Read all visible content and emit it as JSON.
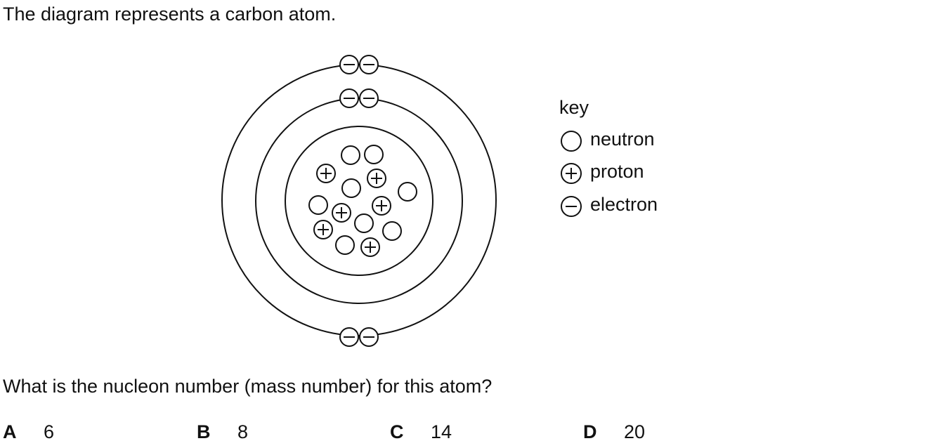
{
  "intro_text": "The diagram represents a carbon atom.",
  "question_text": "What is the nucleon number (mass number) for this atom?",
  "key": {
    "title": "key",
    "items": [
      {
        "label": "neutron",
        "symbol": "neutron-icon"
      },
      {
        "label": "proton",
        "symbol": "proton-icon"
      },
      {
        "label": "electron",
        "symbol": "electron-icon"
      }
    ]
  },
  "options": [
    {
      "letter": "A",
      "value": "6"
    },
    {
      "letter": "B",
      "value": "8"
    },
    {
      "letter": "C",
      "value": "14"
    },
    {
      "letter": "D",
      "value": "20"
    }
  ]
}
